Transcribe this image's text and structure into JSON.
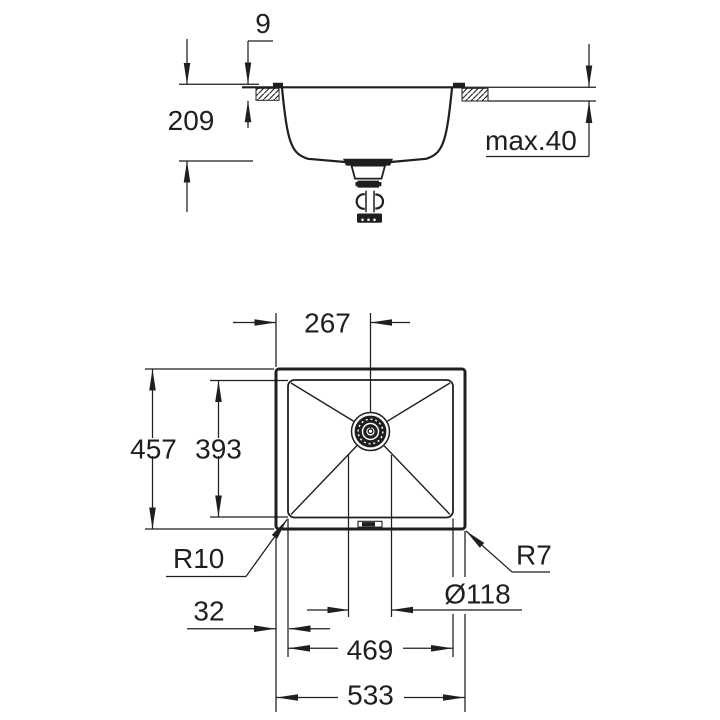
{
  "page": {
    "background": "#ffffff",
    "ink_color": "#1f1f1f",
    "drawing_type": "sink installation dimension drawing",
    "views": [
      "section-view",
      "plan-view"
    ]
  },
  "labels": {
    "section": {
      "rim_height": "9",
      "bowl_depth": "209",
      "worktop_thickness_max": "max.40"
    },
    "plan": {
      "drain_center_from_left": "267",
      "outer_depth": "457",
      "inner_depth": "393",
      "inner_corner_radius": "R10",
      "outer_corner_radius": "R7",
      "rim_offset": "32",
      "drain_diameter": "Ø118",
      "inner_width": "469",
      "outer_width": "533"
    }
  }
}
